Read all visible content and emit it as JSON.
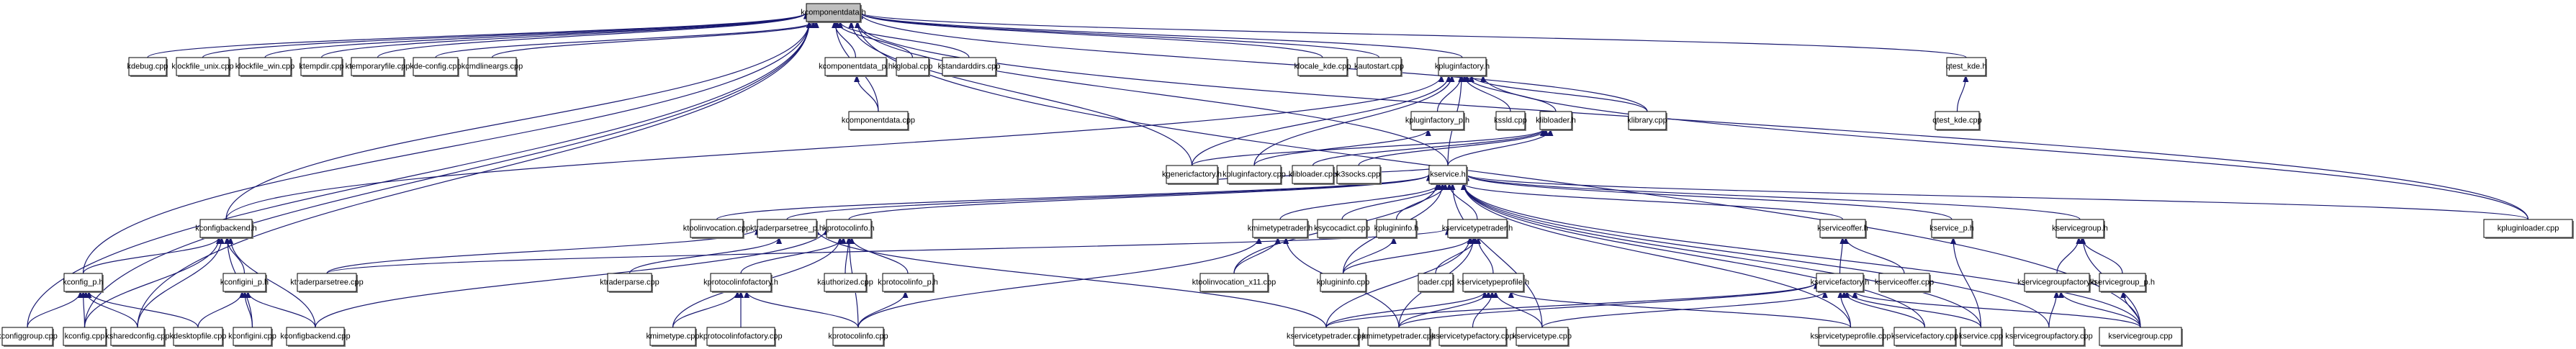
{
  "title": "kcomponentdata.h include dependency graph",
  "colors": {
    "edge": "#191970",
    "root_fill": "#bfbfbf",
    "node_fill": "#ffffff",
    "border": "#000000"
  },
  "root": "kcomponentdata.h",
  "nodes": [
    {
      "id": "kcomponentdata.h",
      "rank": 0,
      "root": true
    },
    {
      "id": "kdebug.cpp",
      "rank": 1
    },
    {
      "id": "klockfile_unix.cpp",
      "rank": 1
    },
    {
      "id": "klockfile_win.cpp",
      "rank": 1
    },
    {
      "id": "ktempdir.cpp",
      "rank": 1
    },
    {
      "id": "ktemporaryfile.cpp",
      "rank": 1
    },
    {
      "id": "kde-config.cpp",
      "rank": 1
    },
    {
      "id": "kcmdlineargs.cpp",
      "rank": 1
    },
    {
      "id": "kcomponentdata_p.h",
      "rank": 1
    },
    {
      "id": "kglobal.cpp",
      "rank": 1
    },
    {
      "id": "kstandarddirs.cpp",
      "rank": 1
    },
    {
      "id": "klocale_kde.cpp",
      "rank": 1
    },
    {
      "id": "kautostart.cpp",
      "rank": 1
    },
    {
      "id": "kpluginfactory.h",
      "rank": 1
    },
    {
      "id": "qtest_kde.h",
      "rank": 1
    },
    {
      "id": "kcomponentdata.cpp",
      "rank": 2
    },
    {
      "id": "kpluginfactory_p.h",
      "rank": 2
    },
    {
      "id": "kssld.cpp",
      "rank": 2
    },
    {
      "id": "klibloader.h",
      "rank": 2
    },
    {
      "id": "klibrary.cpp",
      "rank": 2
    },
    {
      "id": "qtest_kde.cpp",
      "rank": 2
    },
    {
      "id": "kgenericfactory.h",
      "rank": 3
    },
    {
      "id": "kpluginfactory.cpp",
      "rank": 3
    },
    {
      "id": "klibloader.cpp",
      "rank": 3
    },
    {
      "id": "k3socks.cpp",
      "rank": 3
    },
    {
      "id": "kservice.h",
      "rank": 3
    },
    {
      "id": "kconfigbackend.h",
      "rank": 4
    },
    {
      "id": "ktoolinvocation.cpp",
      "rank": 4
    },
    {
      "id": "ktraderparsetree_p.h",
      "rank": 4
    },
    {
      "id": "kprotocolinfo.h",
      "rank": 4
    },
    {
      "id": "kmimetypetrader.h",
      "rank": 4
    },
    {
      "id": "ksycocadict.cpp",
      "rank": 4
    },
    {
      "id": "kplugininfo.h",
      "rank": 4
    },
    {
      "id": "kservicetypetrader.h",
      "rank": 4
    },
    {
      "id": "kserviceoffer.h",
      "rank": 4
    },
    {
      "id": "kservice_p.h",
      "rank": 4
    },
    {
      "id": "kservicegroup.h",
      "rank": 4
    },
    {
      "id": "kpluginloader.cpp",
      "rank": 4
    },
    {
      "id": "kconfig_p.h",
      "rank": 5
    },
    {
      "id": "kconfigini_p.h",
      "rank": 5
    },
    {
      "id": "ktraderparsetree.cpp",
      "rank": 5
    },
    {
      "id": "ktraderparse.cpp",
      "rank": 5
    },
    {
      "id": "kprotocolinfofactory.h",
      "rank": 5
    },
    {
      "id": "kauthorized.cpp",
      "rank": 5
    },
    {
      "id": "kprotocolinfo_p.h",
      "rank": 5
    },
    {
      "id": "ktoolinvocation_x11.cpp",
      "rank": 5
    },
    {
      "id": "kplugininfo.cpp",
      "rank": 5
    },
    {
      "id": "loader.cpp",
      "rank": 5
    },
    {
      "id": "kservicetypeprofile.h",
      "rank": 5
    },
    {
      "id": "kservicefactory.h",
      "rank": 5
    },
    {
      "id": "kserviceoffer.cpp",
      "rank": 5
    },
    {
      "id": "kservicegroupfactory.h",
      "rank": 5
    },
    {
      "id": "kservicegroup_p.h",
      "rank": 5
    },
    {
      "id": "kconfiggroup.cpp",
      "rank": 6
    },
    {
      "id": "kconfig.cpp",
      "rank": 6
    },
    {
      "id": "ksharedconfig.cpp",
      "rank": 6
    },
    {
      "id": "kdesktopfile.cpp",
      "rank": 6
    },
    {
      "id": "kconfigini.cpp",
      "rank": 6
    },
    {
      "id": "kconfigbackend.cpp",
      "rank": 6
    },
    {
      "id": "kmimetype.cpp",
      "rank": 6
    },
    {
      "id": "kprotocolinfofactory.cpp",
      "rank": 6
    },
    {
      "id": "kprotocolinfo.cpp",
      "rank": 6
    },
    {
      "id": "kservicetypetrader.cpp",
      "rank": 6
    },
    {
      "id": "kmimetypetrader.cpp",
      "rank": 6
    },
    {
      "id": "kservicetypefactory.cpp",
      "rank": 6
    },
    {
      "id": "kservicetype.cpp",
      "rank": 6
    },
    {
      "id": "kservicetypeprofile.cpp",
      "rank": 6
    },
    {
      "id": "kservicefactory.cpp",
      "rank": 6
    },
    {
      "id": "kservice.cpp",
      "rank": 6
    },
    {
      "id": "kservicegroupfactory.cpp",
      "rank": 6
    },
    {
      "id": "kservicegroup.cpp",
      "rank": 6
    }
  ],
  "edges": [
    [
      "kdebug.cpp",
      "kcomponentdata.h"
    ],
    [
      "klockfile_unix.cpp",
      "kcomponentdata.h"
    ],
    [
      "klockfile_win.cpp",
      "kcomponentdata.h"
    ],
    [
      "ktempdir.cpp",
      "kcomponentdata.h"
    ],
    [
      "ktemporaryfile.cpp",
      "kcomponentdata.h"
    ],
    [
      "kde-config.cpp",
      "kcomponentdata.h"
    ],
    [
      "kcmdlineargs.cpp",
      "kcomponentdata.h"
    ],
    [
      "kcomponentdata_p.h",
      "kcomponentdata.h"
    ],
    [
      "kglobal.cpp",
      "kcomponentdata.h"
    ],
    [
      "kstandarddirs.cpp",
      "kcomponentdata.h"
    ],
    [
      "klocale_kde.cpp",
      "kcomponentdata.h"
    ],
    [
      "kautostart.cpp",
      "kcomponentdata.h"
    ],
    [
      "kpluginfactory.h",
      "kcomponentdata.h"
    ],
    [
      "qtest_kde.h",
      "kcomponentdata.h"
    ],
    [
      "kcomponentdata.cpp",
      "kcomponentdata.h"
    ],
    [
      "kcomponentdata.cpp",
      "kcomponentdata_p.h"
    ],
    [
      "klibrary.cpp",
      "kcomponentdata.h"
    ],
    [
      "kpluginloader.cpp",
      "kcomponentdata.h"
    ],
    [
      "kgenericfactory.h",
      "kcomponentdata.h"
    ],
    [
      "kconfiggroup.cpp",
      "kcomponentdata.h"
    ],
    [
      "kconfig.cpp",
      "kcomponentdata.h"
    ],
    [
      "kconfig_p.h",
      "kcomponentdata.h"
    ],
    [
      "ksharedconfig.cpp",
      "kcomponentdata.h"
    ],
    [
      "kservice.h",
      "kcomponentdata.h"
    ],
    [
      "kconfigbackend.h",
      "kcomponentdata.h"
    ],
    [
      "kservicegroup.cpp",
      "kcomponentdata.h"
    ],
    [
      "qtest_kde.cpp",
      "qtest_kde.h"
    ],
    [
      "kpluginfactory_p.h",
      "kpluginfactory.h"
    ],
    [
      "kssld.cpp",
      "kpluginfactory.h"
    ],
    [
      "klibloader.h",
      "kpluginfactory.h"
    ],
    [
      "klibrary.cpp",
      "kpluginfactory.h"
    ],
    [
      "kpluginfactory.cpp",
      "kpluginfactory.h"
    ],
    [
      "kgenericfactory.h",
      "kpluginfactory.h"
    ],
    [
      "kservice.h",
      "kpluginfactory.h"
    ],
    [
      "kpluginloader.cpp",
      "kpluginfactory.h"
    ],
    [
      "kconfigbackend.h",
      "kpluginfactory.h"
    ],
    [
      "kpluginfactory.cpp",
      "kpluginfactory_p.h"
    ],
    [
      "kgenericfactory.h",
      "klibloader.h"
    ],
    [
      "klibloader.cpp",
      "klibloader.h"
    ],
    [
      "k3socks.cpp",
      "klibloader.h"
    ],
    [
      "kservice.h",
      "klibloader.h"
    ],
    [
      "kconfig_p.h",
      "kconfigbackend.h"
    ],
    [
      "kconfig.cpp",
      "kconfigbackend.h"
    ],
    [
      "ksharedconfig.cpp",
      "kconfigbackend.h"
    ],
    [
      "kconfigini.cpp",
      "kconfigbackend.h"
    ],
    [
      "kconfigini_p.h",
      "kconfigbackend.h"
    ],
    [
      "kconfigbackend.cpp",
      "kconfigbackend.h"
    ],
    [
      "kconfiggroup.cpp",
      "kconfig_p.h"
    ],
    [
      "kconfig.cpp",
      "kconfig_p.h"
    ],
    [
      "ksharedconfig.cpp",
      "kconfig_p.h"
    ],
    [
      "kdesktopfile.cpp",
      "kconfig_p.h"
    ],
    [
      "kdesktopfile.cpp",
      "kconfigini_p.h"
    ],
    [
      "kconfigini.cpp",
      "kconfigini_p.h"
    ],
    [
      "kconfigbackend.cpp",
      "kconfigini_p.h"
    ],
    [
      "ktoolinvocation.cpp",
      "kservice.h"
    ],
    [
      "ktraderparsetree_p.h",
      "kservice.h"
    ],
    [
      "kprotocolinfo.h",
      "kservice.h"
    ],
    [
      "kmimetypetrader.h",
      "kservice.h"
    ],
    [
      "ksycocadict.cpp",
      "kservice.h"
    ],
    [
      "kplugininfo.h",
      "kservice.h"
    ],
    [
      "kservicetypetrader.h",
      "kservice.h"
    ],
    [
      "kserviceoffer.h",
      "kservice.h"
    ],
    [
      "kservice_p.h",
      "kservice.h"
    ],
    [
      "kservicegroup.h",
      "kservice.h"
    ],
    [
      "kpluginloader.cpp",
      "kservice.h"
    ],
    [
      "kgenericfactory.h",
      "kservice.h"
    ],
    [
      "ktoolinvocation_x11.cpp",
      "kservice.h"
    ],
    [
      "kplugininfo.cpp",
      "kservice.h"
    ],
    [
      "kservicetype.cpp",
      "kservice.h"
    ],
    [
      "kservicetypeprofile.cpp",
      "kservice.h"
    ],
    [
      "kservicefactory.cpp",
      "kservice.h"
    ],
    [
      "kservice.cpp",
      "kservice.h"
    ],
    [
      "kservicegroupfactory.cpp",
      "kservice.h"
    ],
    [
      "kservicegroup.cpp",
      "kservice.h"
    ],
    [
      "ktraderparsetree.cpp",
      "ktraderparsetree_p.h"
    ],
    [
      "ktraderparse.cpp",
      "ktraderparsetree_p.h"
    ],
    [
      "kservicetypetrader.cpp",
      "ktraderparsetree_p.h"
    ],
    [
      "kprotocolinfofactory.h",
      "kprotocolinfo.h"
    ],
    [
      "kauthorized.cpp",
      "kprotocolinfo.h"
    ],
    [
      "kprotocolinfo_p.h",
      "kprotocolinfo.h"
    ],
    [
      "kmimetype.cpp",
      "kprotocolinfo.h"
    ],
    [
      "kprotocolinfo.cpp",
      "kprotocolinfo.h"
    ],
    [
      "kconfigbackend.cpp",
      "kprotocolinfo.h"
    ],
    [
      "kmimetype.cpp",
      "kprotocolinfofactory.h"
    ],
    [
      "kprotocolinfofactory.cpp",
      "kprotocolinfofactory.h"
    ],
    [
      "kprotocolinfo.cpp",
      "kprotocolinfofactory.h"
    ],
    [
      "kprotocolinfo.cpp",
      "kprotocolinfo_p.h"
    ],
    [
      "ktoolinvocation_x11.cpp",
      "kmimetypetrader.h"
    ],
    [
      "kmimetypetrader.cpp",
      "kmimetypetrader.h"
    ],
    [
      "kprotocolinfo.cpp",
      "kmimetypetrader.h"
    ],
    [
      "kplugininfo.cpp",
      "kplugininfo.h"
    ],
    [
      "kplugininfo.cpp",
      "kservicetypetrader.h"
    ],
    [
      "loader.cpp",
      "kservicetypetrader.h"
    ],
    [
      "kservicetypeprofile.h",
      "kservicetypetrader.h"
    ],
    [
      "kservicetypetrader.cpp",
      "kservicetypetrader.h"
    ],
    [
      "kmimetypetrader.cpp",
      "kservicetypetrader.h"
    ],
    [
      "ktraderparsetree.cpp",
      "kservicetypetrader.h"
    ],
    [
      "kservicetypetrader.cpp",
      "kservicetypeprofile.h"
    ],
    [
      "kmimetypetrader.cpp",
      "kservicetypeprofile.h"
    ],
    [
      "kservicetypefactory.cpp",
      "kservicetypeprofile.h"
    ],
    [
      "kservicetype.cpp",
      "kservicetypeprofile.h"
    ],
    [
      "kservicetypeprofile.cpp",
      "kservicetypeprofile.h"
    ],
    [
      "kservicefactory.h",
      "kserviceoffer.h"
    ],
    [
      "kserviceoffer.cpp",
      "kserviceoffer.h"
    ],
    [
      "kservicetypetrader.cpp",
      "kservicefactory.h"
    ],
    [
      "kservicetype.cpp",
      "kservicefactory.h"
    ],
    [
      "kservicetypeprofile.cpp",
      "kservicefactory.h"
    ],
    [
      "kservicefactory.cpp",
      "kservicefactory.h"
    ],
    [
      "kservice.cpp",
      "kservicefactory.h"
    ],
    [
      "kservicegroup.cpp",
      "kservicefactory.h"
    ],
    [
      "kmimetypetrader.cpp",
      "kservicefactory.h"
    ],
    [
      "kservice.cpp",
      "kservice_p.h"
    ],
    [
      "kservicegroupfactory.h",
      "kservicegroup.h"
    ],
    [
      "kservicegroup_p.h",
      "kservicegroup.h"
    ],
    [
      "kservicegroup.cpp",
      "kservicegroup.h"
    ],
    [
      "kservicegroupfactory.cpp",
      "kservicegroupfactory.h"
    ],
    [
      "kservicegroup.cpp",
      "kservicegroupfactory.h"
    ],
    [
      "kservicegroup.cpp",
      "kservicegroup_p.h"
    ]
  ]
}
